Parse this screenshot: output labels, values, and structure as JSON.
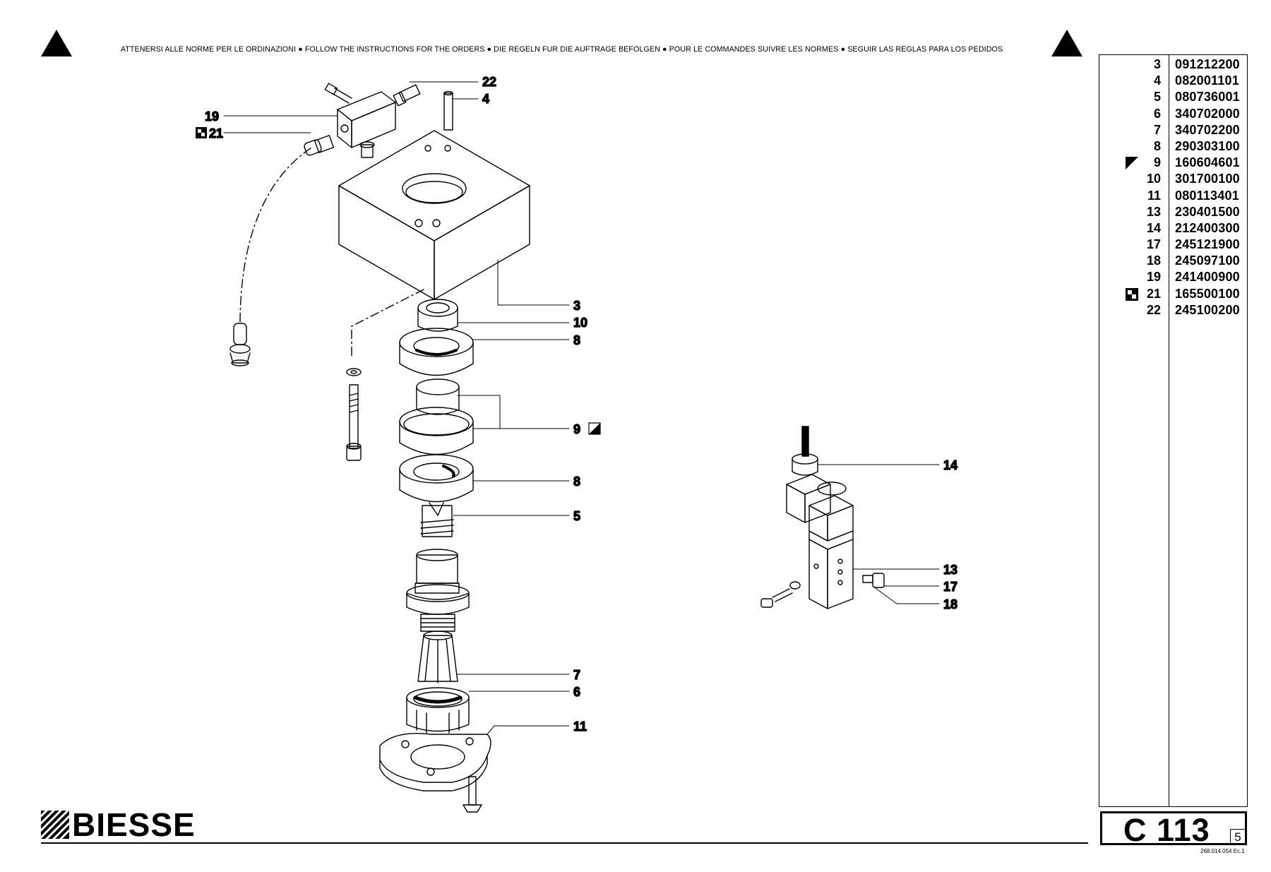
{
  "header": {
    "notice": "ATTENERSI ALLE NORME PER LE ORDINAZIONI  ●  FOLLOW THE INSTRUCTIONS FOR THE ORDERS  ●  DIE REGELN FUR DIE AUFTRAGE BEFOLGEN  ●  POUR LE COMMANDES SUIVRE LES NORMES  ●  SEGUIR LAS REGLAS PARA LOS PEDIDOS"
  },
  "callouts": {
    "c22": "22",
    "c4": "4",
    "c19": "19",
    "c21": "21",
    "c3": "3",
    "c10": "10",
    "c8a": "8",
    "c9": "9",
    "c8b": "8",
    "c5": "5",
    "c7": "7",
    "c6": "6",
    "c11": "11",
    "c14": "14",
    "c13": "13",
    "c17": "17",
    "c18": "18"
  },
  "parts_list": [
    {
      "pos": "3",
      "code": "091212200",
      "marker": ""
    },
    {
      "pos": "4",
      "code": "082001101",
      "marker": ""
    },
    {
      "pos": "5",
      "code": "080736001",
      "marker": ""
    },
    {
      "pos": "6",
      "code": "340702000",
      "marker": ""
    },
    {
      "pos": "7",
      "code": "340702200",
      "marker": ""
    },
    {
      "pos": "8",
      "code": "290303100",
      "marker": ""
    },
    {
      "pos": "9",
      "code": "160604601",
      "marker": "half-triangle"
    },
    {
      "pos": "10",
      "code": "301700100",
      "marker": ""
    },
    {
      "pos": "11",
      "code": "080113401",
      "marker": ""
    },
    {
      "pos": "13",
      "code": "230401500",
      "marker": ""
    },
    {
      "pos": "14",
      "code": "212400300",
      "marker": ""
    },
    {
      "pos": "17",
      "code": "245121900",
      "marker": ""
    },
    {
      "pos": "18",
      "code": "245097100",
      "marker": ""
    },
    {
      "pos": "19",
      "code": "241400900",
      "marker": ""
    },
    {
      "pos": "21",
      "code": "165500100",
      "marker": "checker-square"
    },
    {
      "pos": "22",
      "code": "245100200",
      "marker": ""
    }
  ],
  "footer": {
    "brand": "BIESSE",
    "table_id": "C 113",
    "table_sub": "5",
    "doc_code": "268.014.054 Ec.1"
  }
}
